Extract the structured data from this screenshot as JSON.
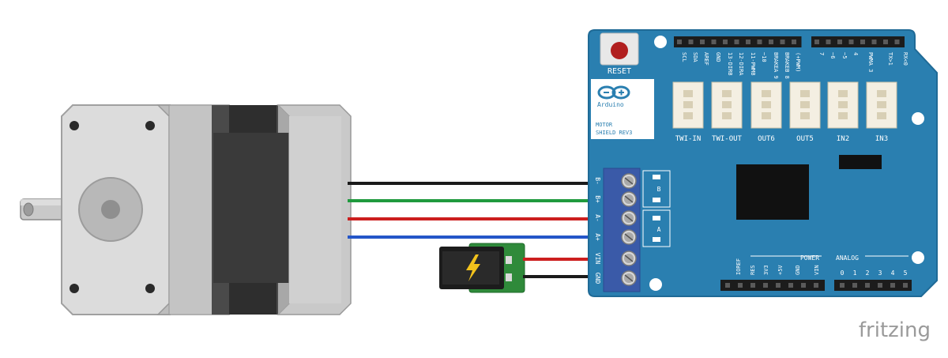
{
  "board": {
    "reset_label": "RESET",
    "brand": "Arduino",
    "title_line1": "MOTOR",
    "title_line2": "SHIELD REV3",
    "top_pin_labels": [
      "SCL",
      "SDA",
      "AREF",
      "GND",
      "13-DIRB",
      "12-DIRA",
      "11-PWMB",
      "~10",
      "BRAKEA 9",
      "BRAKEB 8",
      "(+PWM)",
      "7",
      "~6",
      "~5",
      "4",
      "PWMA 3",
      "TX>1",
      "RX<0"
    ],
    "connectors": [
      "TWI-IN",
      "TWI-OUT",
      "OUT6",
      "OUT5",
      "IN2",
      "IN3"
    ],
    "terminal_labels": [
      "B-",
      "B+",
      "A-",
      "A+",
      "VIN",
      "GND"
    ],
    "channel_b": "B",
    "channel_a": "A",
    "power_header": "POWER",
    "power_pins": [
      "IOREF",
      "RES",
      "3V3",
      "+5V",
      "GND",
      "VIN"
    ],
    "analog_header": "ANALOG",
    "analog_pins": [
      "0",
      "1",
      "2",
      "3",
      "4",
      "5"
    ]
  },
  "watermark": "fritzing",
  "colors": {
    "board": "#2a7fb0",
    "board_dark": "#1f6a96",
    "terminal": "#3a5aa8",
    "wire_black": "#1a1a1a",
    "wire_green": "#1f9a3e",
    "wire_red": "#cc1f1f",
    "wire_blue": "#2456c8"
  }
}
